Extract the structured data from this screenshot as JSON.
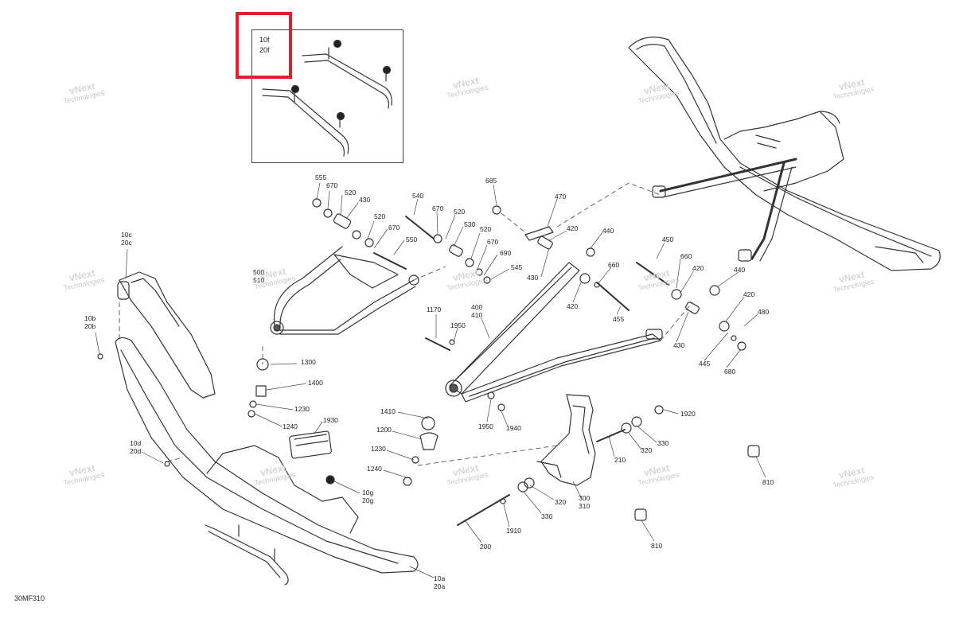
{
  "figure_code": "30MF310",
  "inset": {
    "label": "10f\n20f"
  },
  "highlight_color": "#e0202a",
  "watermark": {
    "line1": "vNext",
    "line2": "Technologies"
  },
  "callouts": [
    {
      "id": "c555",
      "text": "555"
    },
    {
      "id": "c670a",
      "text": "670"
    },
    {
      "id": "c520a",
      "text": "520"
    },
    {
      "id": "c430a",
      "text": "430"
    },
    {
      "id": "c520b",
      "text": "520"
    },
    {
      "id": "c670b",
      "text": "670"
    },
    {
      "id": "c550",
      "text": "550"
    },
    {
      "id": "c540",
      "text": "540"
    },
    {
      "id": "c670c",
      "text": "670"
    },
    {
      "id": "c520c",
      "text": "520"
    },
    {
      "id": "c530",
      "text": "530"
    },
    {
      "id": "c520d",
      "text": "520"
    },
    {
      "id": "c670d",
      "text": "670"
    },
    {
      "id": "c690",
      "text": "690"
    },
    {
      "id": "c545",
      "text": "545"
    },
    {
      "id": "c685",
      "text": "685"
    },
    {
      "id": "c470",
      "text": "470"
    },
    {
      "id": "c420a",
      "text": "420"
    },
    {
      "id": "c430b",
      "text": "430"
    },
    {
      "id": "c440a",
      "text": "440"
    },
    {
      "id": "c660a",
      "text": "660"
    },
    {
      "id": "c420b",
      "text": "420"
    },
    {
      "id": "c455",
      "text": "455"
    },
    {
      "id": "c450",
      "text": "450"
    },
    {
      "id": "c660b",
      "text": "660"
    },
    {
      "id": "c420c",
      "text": "420"
    },
    {
      "id": "c440b",
      "text": "440"
    },
    {
      "id": "c420d",
      "text": "420"
    },
    {
      "id": "c480",
      "text": "480"
    },
    {
      "id": "c430c",
      "text": "430"
    },
    {
      "id": "c445",
      "text": "445"
    },
    {
      "id": "c680",
      "text": "680"
    },
    {
      "id": "c500",
      "text": "500\n510"
    },
    {
      "id": "c1170",
      "text": "1170"
    },
    {
      "id": "c1950a",
      "text": "1950"
    },
    {
      "id": "c400",
      "text": "400\n410"
    },
    {
      "id": "c1300",
      "text": "1300"
    },
    {
      "id": "c1400",
      "text": "1400"
    },
    {
      "id": "c1230a",
      "text": "1230"
    },
    {
      "id": "c1240a",
      "text": "1240"
    },
    {
      "id": "c1930",
      "text": "1930"
    },
    {
      "id": "c1410",
      "text": "1410"
    },
    {
      "id": "c1200",
      "text": "1200"
    },
    {
      "id": "c1230b",
      "text": "1230"
    },
    {
      "id": "c1240b",
      "text": "1240"
    },
    {
      "id": "c1950b",
      "text": "1950"
    },
    {
      "id": "c1940",
      "text": "1940"
    },
    {
      "id": "c1920",
      "text": "1920"
    },
    {
      "id": "c330a",
      "text": "330"
    },
    {
      "id": "c320a",
      "text": "320"
    },
    {
      "id": "c210",
      "text": "210"
    },
    {
      "id": "c300",
      "text": "300\n310"
    },
    {
      "id": "c320b",
      "text": "320"
    },
    {
      "id": "c330b",
      "text": "330"
    },
    {
      "id": "c1910",
      "text": "1910"
    },
    {
      "id": "c200",
      "text": "200"
    },
    {
      "id": "c810a",
      "text": "810"
    },
    {
      "id": "c810b",
      "text": "810"
    },
    {
      "id": "c10c",
      "text": "10c\n20c"
    },
    {
      "id": "c10b",
      "text": "10b\n20b"
    },
    {
      "id": "c10d",
      "text": "10d\n20d"
    },
    {
      "id": "c10g",
      "text": "10g\n20g"
    },
    {
      "id": "c10a",
      "text": "10a\n20a"
    }
  ]
}
